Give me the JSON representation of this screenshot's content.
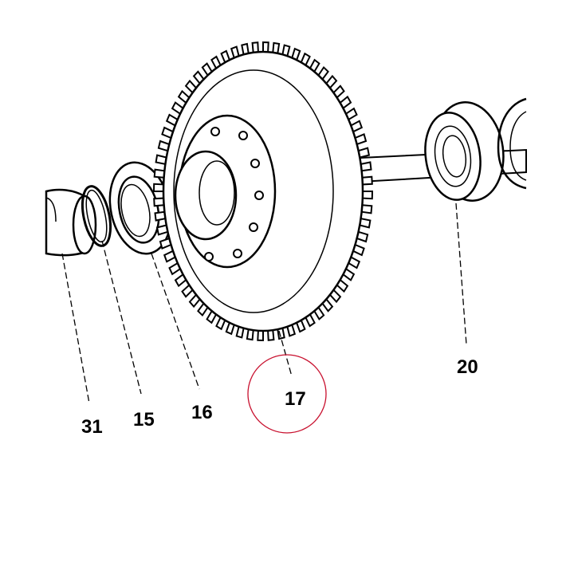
{
  "diagram": {
    "callouts": [
      {
        "id": "31",
        "label": "31",
        "part": "shaft-end"
      },
      {
        "id": "15",
        "label": "15",
        "part": "o-ring"
      },
      {
        "id": "16",
        "label": "16",
        "part": "seal-ring"
      },
      {
        "id": "17",
        "label": "17",
        "part": "ring-gear",
        "highlighted": true
      },
      {
        "id": "20",
        "label": "20",
        "part": "ball-bearing"
      }
    ],
    "colors": {
      "line": "#000000",
      "highlight": "#c8102e",
      "background": "#ffffff"
    }
  }
}
